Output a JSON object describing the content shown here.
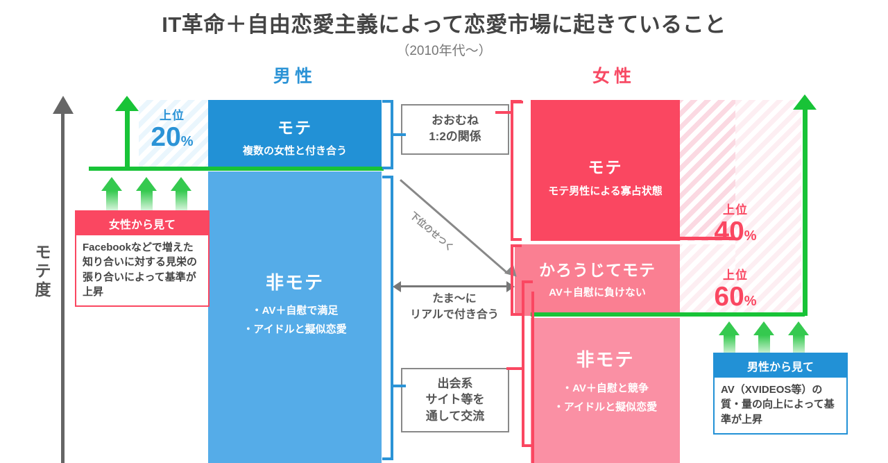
{
  "header": {
    "title": "IT革命＋自由恋愛主義によって恋愛市場に起きていること",
    "subtitle": "（2010年代〜）"
  },
  "axis": {
    "y_label": "モテ度",
    "y_arrow_icon": "up-arrow-icon"
  },
  "columns": {
    "male": {
      "label": "男性",
      "color": "#2b93d6"
    },
    "female": {
      "label": "女性",
      "color": "#f74a64"
    }
  },
  "male": {
    "percent": {
      "rank_label": "上位",
      "value": "20",
      "unit": "%"
    },
    "blocks": [
      {
        "name": "mote",
        "title": "モテ",
        "subtitle": "複数の女性と付き合う",
        "color": "#2291d6"
      },
      {
        "name": "himote",
        "title": "非モテ",
        "bullets": [
          "・AV＋自慰で満足",
          "・アイドルと擬似恋愛"
        ],
        "color": "#55ace8"
      }
    ],
    "callout": {
      "heading": "女性から見て",
      "body": "Facebookなどで増えた知り合いに対する見栄の張り合いによって基準が上昇",
      "accent": "#fa4761"
    }
  },
  "female": {
    "percent_top": {
      "rank_label": "上位",
      "value": "40",
      "unit": "%"
    },
    "percent_mid": {
      "rank_label": "上位",
      "value": "60",
      "unit": "%"
    },
    "blocks": [
      {
        "name": "mote",
        "title": "モテ",
        "subtitle": "モテ男性による寡占状態",
        "color": "#fa4761"
      },
      {
        "name": "karoujite-mote",
        "title": "かろうじてモテ",
        "subtitle": "AV＋自慰に負けない",
        "color": "#fa7f92"
      },
      {
        "name": "himote",
        "title": "非モテ",
        "bullets": [
          "・AV＋自慰と競争",
          "・アイドルと擬似恋愛"
        ],
        "color": "#fa90a4"
      }
    ],
    "callout": {
      "heading": "男性から見て",
      "body": "AV（XVIDEOS等）の質・量の向上によって基準が上昇",
      "accent": "#2291d6"
    }
  },
  "center": {
    "ratio_box": "おおむね\n1:2の関係",
    "ratio_line1": "おおむね",
    "ratio_line2": "1:2の関係",
    "diagonal_label": "下位のせつく",
    "arrow_label_line1": "たま〜に",
    "arrow_label_line2": "リアルで付き合う",
    "deai_line1": "出会系",
    "deai_line2": "サイト等を",
    "deai_line3": "通して交流"
  },
  "accents": {
    "green": "#18c337",
    "blue": "#2291d6",
    "light_blue": "#55ace8",
    "red": "#fa4761",
    "pink_mid": "#fa7f92",
    "pink_light": "#fa90a4"
  }
}
